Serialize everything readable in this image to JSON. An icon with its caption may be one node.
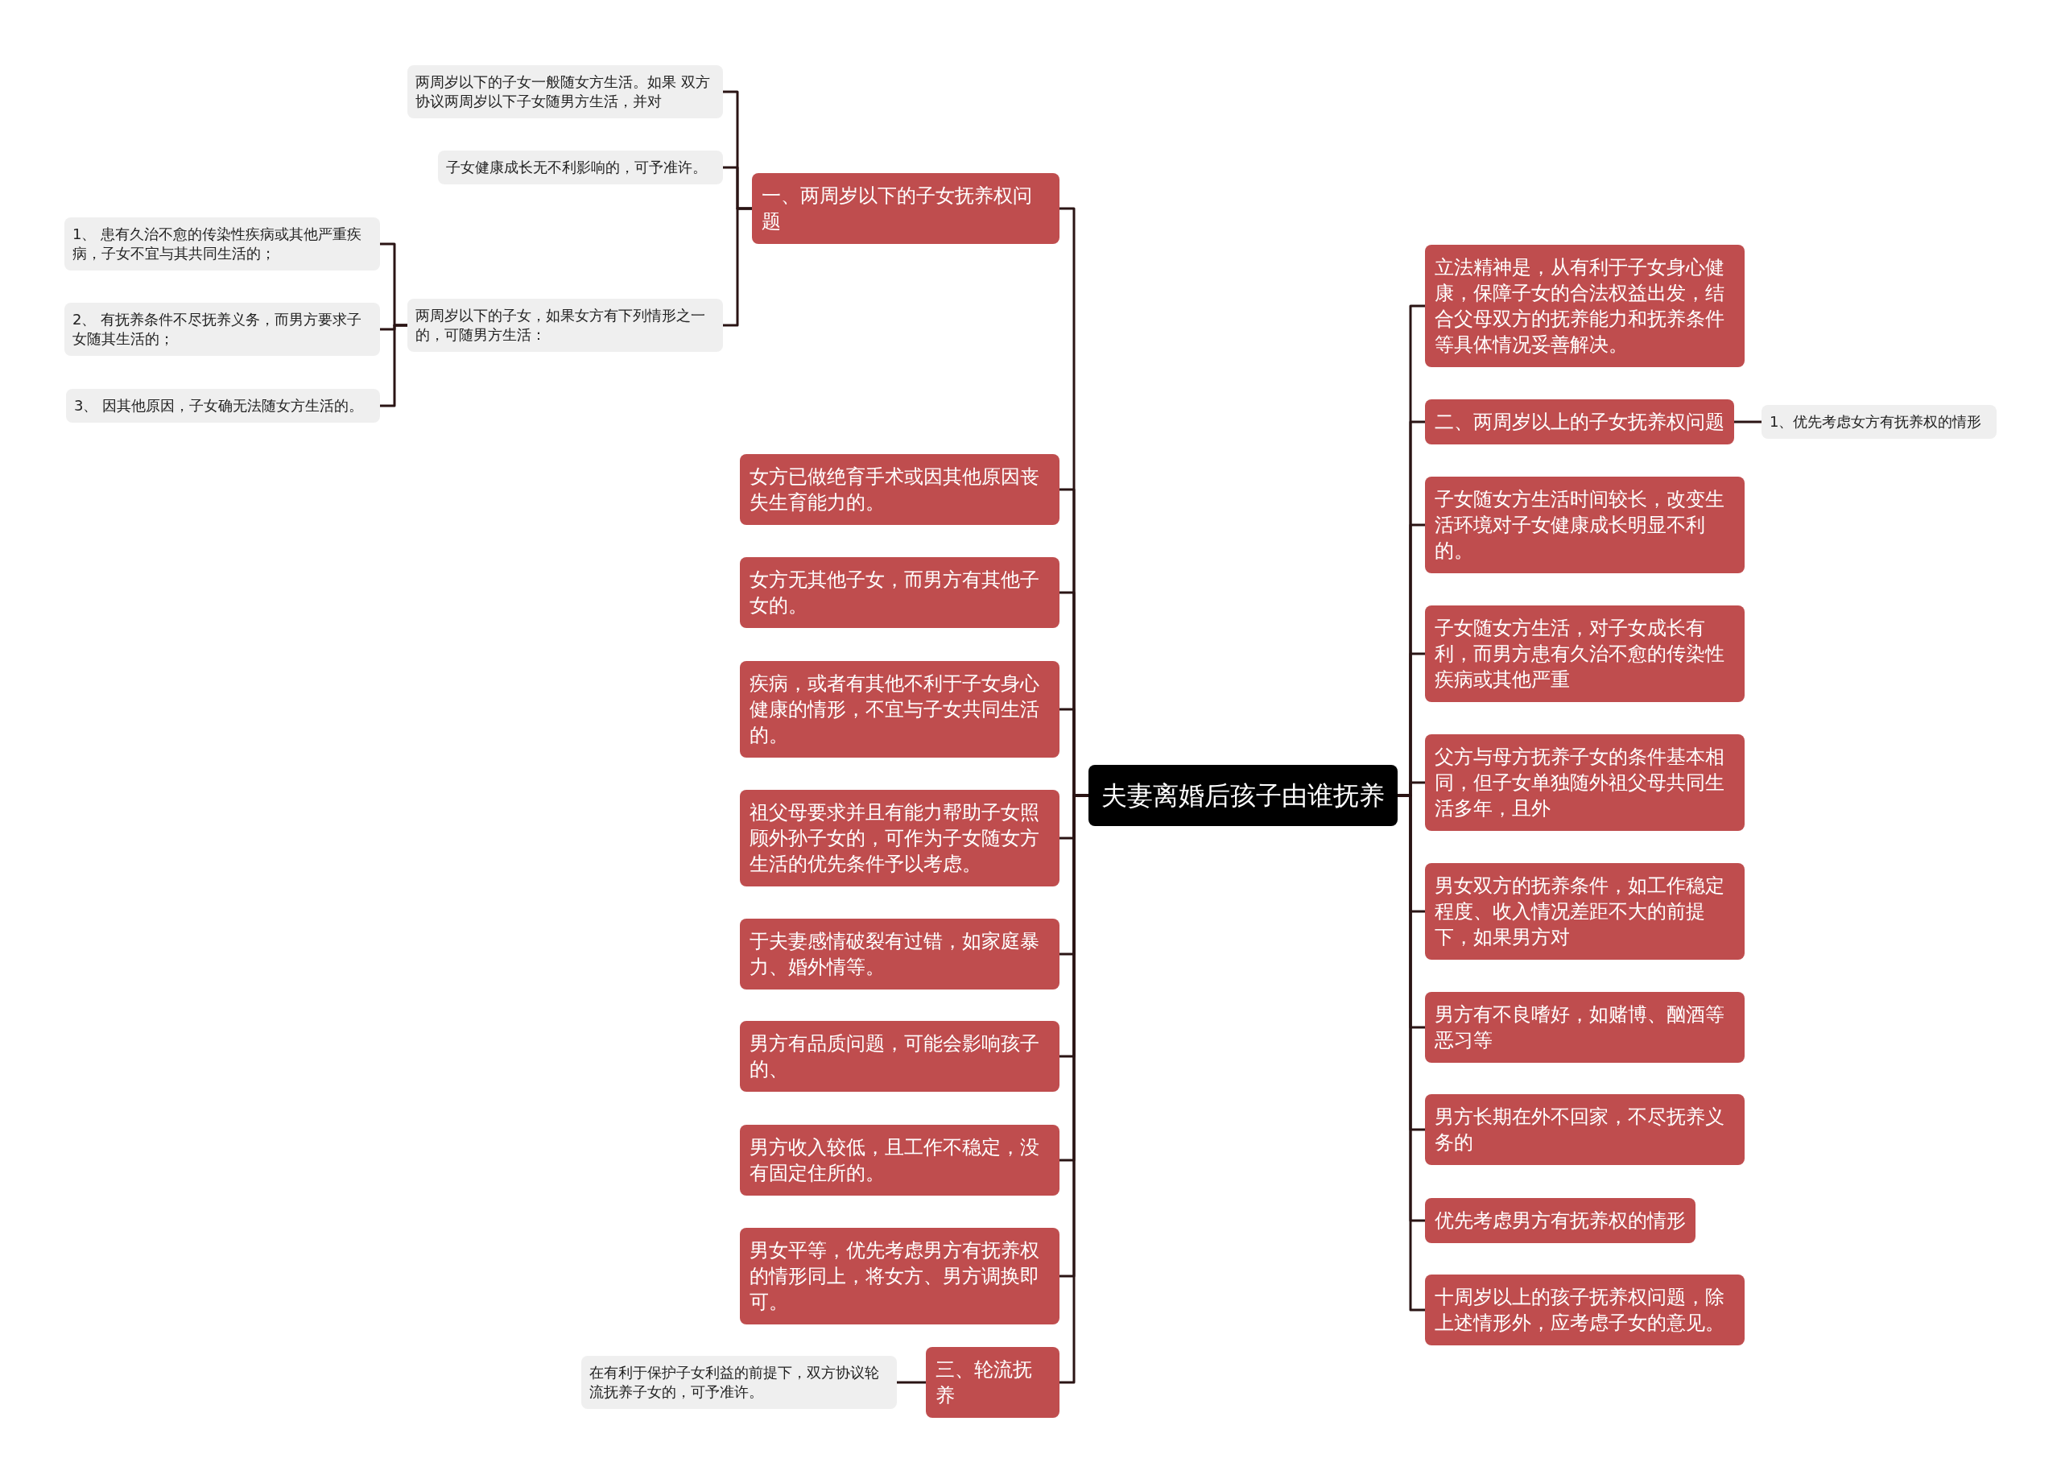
{
  "diagram": {
    "nodes": [
      {
        "text": [
          "夫妻离婚后孩子由谁抚养"
        ]
      },
      {
        "text": [
          "一、两周岁以下的子女抚养权问题"
        ]
      },
      {
        "text": [
          "两周岁以下的子女一般随女方生活。如果 双方协议两周岁以下子女随男方生活，并对"
        ]
      },
      {
        "text": [
          "子女健康成长无不利影响的，可予准许。"
        ]
      },
      {
        "text": [
          "两周岁以下的子女，如果女方有下列情形之一的，可随男方生活："
        ]
      },
      {
        "text": [
          "1、 患有久治不愈的传染性疾病或其他严重疾病，子女不宜与其共同生活的；"
        ]
      },
      {
        "text": [
          "2、 有抚养条件不尽抚养义务，而男方要求子女随其生活的；"
        ]
      },
      {
        "text": [
          "3、 因其他原因，子女确无法随女方生活的。"
        ]
      },
      {
        "text": [
          "女方已做绝育手术或因其他原因丧失生育能力的。"
        ]
      },
      {
        "text": [
          "女方无其他子女，而男方有其他子女的。"
        ]
      },
      {
        "text": [
          "疾病，或者有其他不利于子女身心健康的情形，不宜与子女共同生活的。"
        ]
      },
      {
        "text": [
          "祖父母要求并且有能力帮助子女照顾外孙子女的，可作为子女随女方生活的优先条件予以考虑。"
        ]
      },
      {
        "text": [
          "于夫妻感情破裂有过错，如家庭暴力、婚外情等。"
        ]
      },
      {
        "text": [
          "男方有品质问题，可能会影响孩子的、"
        ]
      },
      {
        "text": [
          "男方收入较低，且工作不稳定，没有固定住所的。"
        ]
      },
      {
        "text": [
          "男女平等，优先考虑男方有抚养权的情形同上，将女方、男方调换即可。"
        ]
      },
      {
        "text": [
          "三、轮流抚养"
        ]
      },
      {
        "text": [
          "在有利于保护子女利益的前提下，双方协议轮流抚养子女的，可予准许。"
        ]
      },
      {
        "text": [
          "立法精神是，从有利于子女身心健康，保障子女的合法权益出发，结合父母双方的抚养能力和抚养条件等具体情况妥善解决。"
        ]
      },
      {
        "text": [
          "二、两周岁以上的子女抚养权问题"
        ]
      },
      {
        "text": [
          "1、优先考虑女方有抚养权的情形"
        ]
      },
      {
        "text": [
          "子女随女方生活时间较长，改变生活环境对子女健康成长明显不利的。"
        ]
      },
      {
        "text": [
          "子女随女方生活，对子女成长有利，而男方患有久治不愈的传染性疾病或其他严重"
        ]
      },
      {
        "text": [
          "父方与母方抚养子女的条件基本相同，但子女单独随外祖父母共同生活多年，且外"
        ]
      },
      {
        "text": [
          "男女双方的抚养条件，如工作稳定程度、收入情况差距不大的前提下，如果男方对"
        ]
      },
      {
        "text": [
          "男方有不良嗜好，如赌博、酗酒等恶习等"
        ]
      },
      {
        "text": [
          "男方长期在外不回家，不尽抚养义务的"
        ]
      },
      {
        "text": [
          "优先考虑男方有抚养权的情形"
        ]
      },
      {
        "text": [
          "十周岁以上的孩子抚养权问题，除上述情形外，应考虑子女的意见。"
        ]
      }
    ],
    "edges": [
      {
        "from": 0,
        "to": 1,
        "arrow": "none"
      },
      {
        "from": 1,
        "to": 2,
        "arrow": "none"
      },
      {
        "from": 1,
        "to": 3,
        "arrow": "none"
      },
      {
        "from": 1,
        "to": 4,
        "arrow": "none"
      },
      {
        "from": 4,
        "to": 5,
        "arrow": "none"
      },
      {
        "from": 4,
        "to": 6,
        "arrow": "none"
      },
      {
        "from": 4,
        "to": 7,
        "arrow": "none"
      },
      {
        "from": 0,
        "to": 8,
        "arrow": "none"
      },
      {
        "from": 0,
        "to": 9,
        "arrow": "none"
      },
      {
        "from": 0,
        "to": 10,
        "arrow": "none"
      },
      {
        "from": 0,
        "to": 11,
        "arrow": "none"
      },
      {
        "from": 0,
        "to": 12,
        "arrow": "none"
      },
      {
        "from": 0,
        "to": 13,
        "arrow": "none"
      },
      {
        "from": 0,
        "to": 14,
        "arrow": "none"
      },
      {
        "from": 0,
        "to": 15,
        "arrow": "none"
      },
      {
        "from": 0,
        "to": 16,
        "arrow": "none"
      },
      {
        "from": 16,
        "to": 17,
        "arrow": "none"
      },
      {
        "from": 0,
        "to": 18,
        "arrow": "none"
      },
      {
        "from": 0,
        "to": 19,
        "arrow": "none"
      },
      {
        "from": 19,
        "to": 20,
        "arrow": "none"
      },
      {
        "from": 0,
        "to": 21,
        "arrow": "none"
      },
      {
        "from": 0,
        "to": 22,
        "arrow": "none"
      },
      {
        "from": 0,
        "to": 23,
        "arrow": "none"
      },
      {
        "from": 0,
        "to": 24,
        "arrow": "none"
      },
      {
        "from": 0,
        "to": 25,
        "arrow": "none"
      },
      {
        "from": 0,
        "to": 26,
        "arrow": "none"
      },
      {
        "from": 0,
        "to": 27,
        "arrow": "none"
      },
      {
        "from": 0,
        "to": 28,
        "arrow": "none"
      }
    ]
  }
}
